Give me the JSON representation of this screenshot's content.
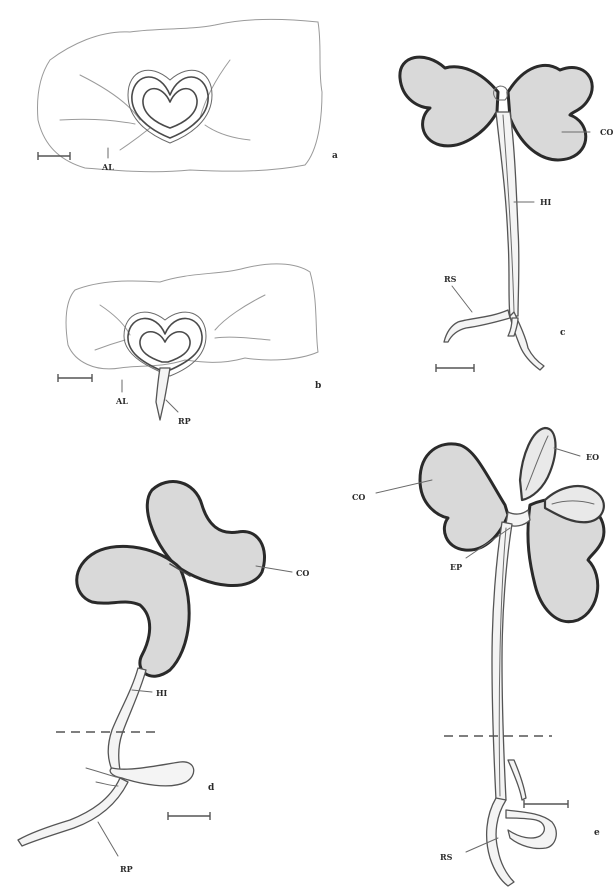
{
  "panels": {
    "a": {
      "letter": "a",
      "labels": {
        "al": "AL"
      }
    },
    "b": {
      "letter": "b",
      "labels": {
        "al": "AL",
        "rp": "RP"
      }
    },
    "c": {
      "letter": "c",
      "labels": {
        "co": "CO",
        "hi": "HI",
        "rs": "RS"
      }
    },
    "d": {
      "letter": "d",
      "labels": {
        "co": "CO",
        "hi": "HI",
        "rp": "RP"
      }
    },
    "e": {
      "letter": "e",
      "labels": {
        "eo": "EO",
        "co": "CO",
        "ep": "EP",
        "rs": "RS"
      }
    }
  },
  "colors": {
    "ink": "#3a3a3a",
    "leaf_fill": "#e4e4e4",
    "background": "#ffffff"
  }
}
